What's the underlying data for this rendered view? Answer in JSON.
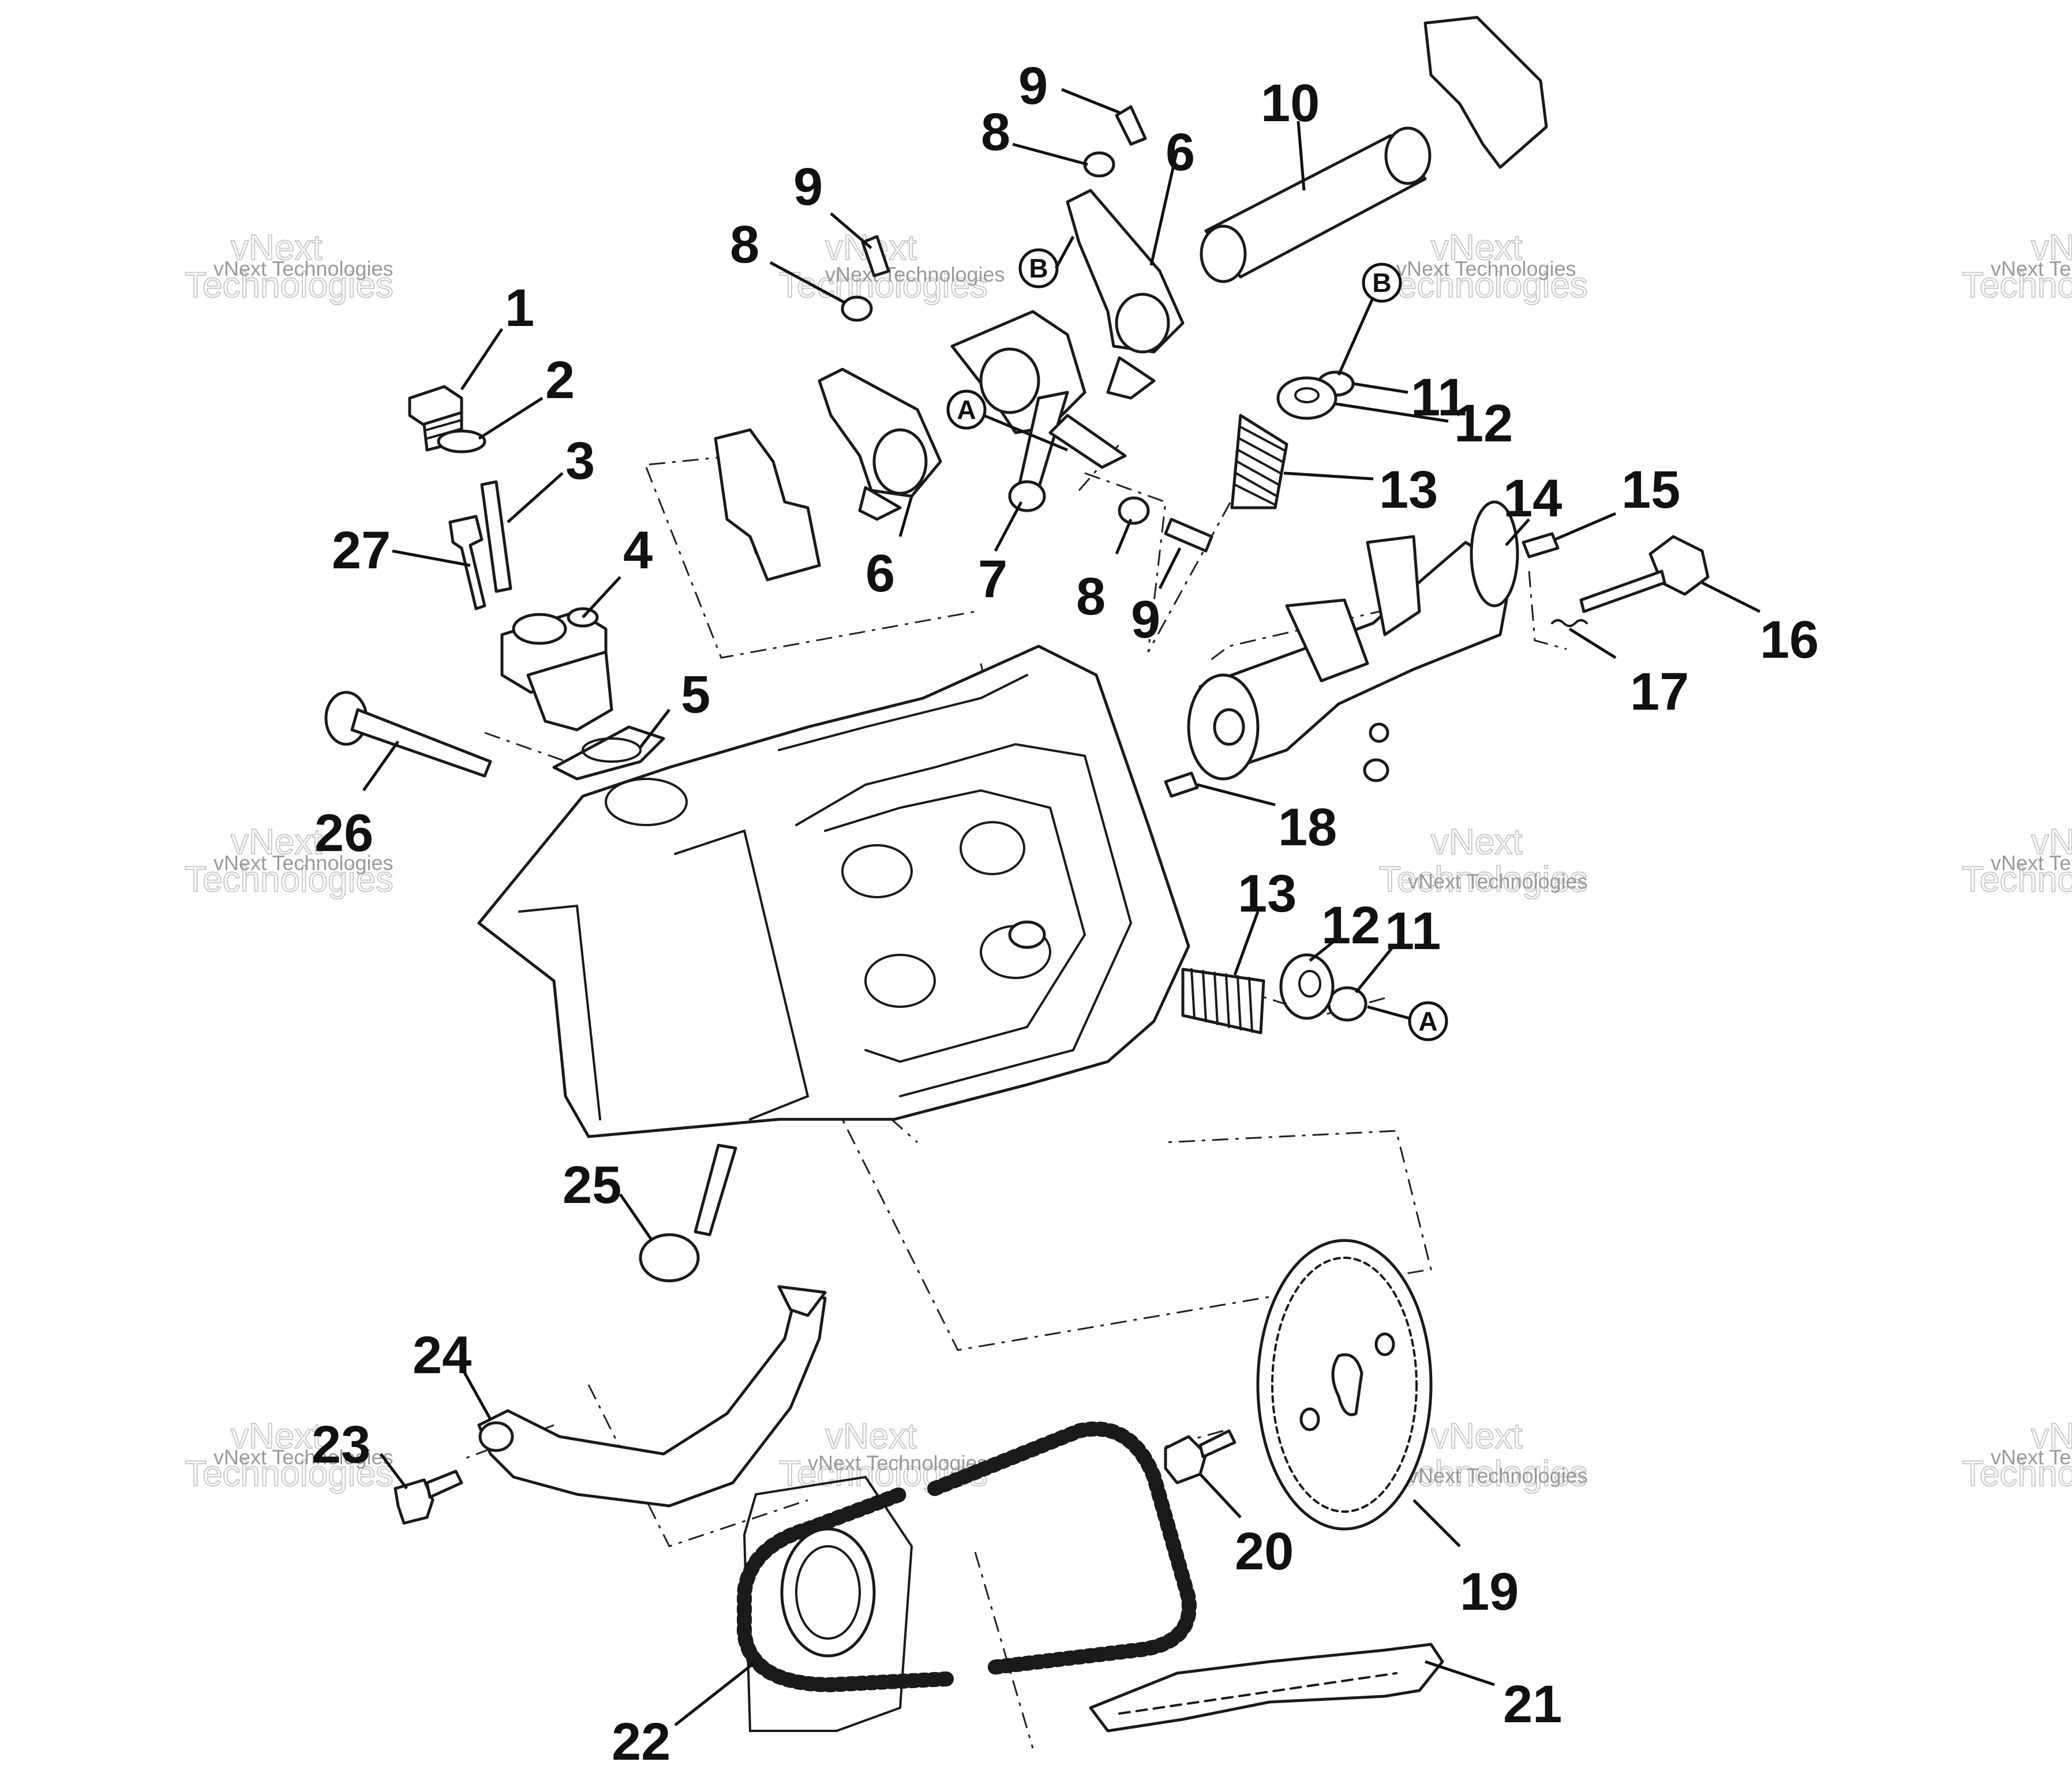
{
  "diagram": {
    "callouts": [
      {
        "id": "1",
        "label": "1"
      },
      {
        "id": "2",
        "label": "2"
      },
      {
        "id": "3",
        "label": "3"
      },
      {
        "id": "4",
        "label": "4"
      },
      {
        "id": "5",
        "label": "5"
      },
      {
        "id": "6a",
        "label": "6"
      },
      {
        "id": "6b",
        "label": "6"
      },
      {
        "id": "7",
        "label": "7"
      },
      {
        "id": "8a",
        "label": "8"
      },
      {
        "id": "8b",
        "label": "8"
      },
      {
        "id": "8c",
        "label": "8"
      },
      {
        "id": "9a",
        "label": "9"
      },
      {
        "id": "9b",
        "label": "9"
      },
      {
        "id": "9c",
        "label": "9"
      },
      {
        "id": "10",
        "label": "10"
      },
      {
        "id": "11a",
        "label": "11"
      },
      {
        "id": "11b",
        "label": "11"
      },
      {
        "id": "12a",
        "label": "12"
      },
      {
        "id": "12b",
        "label": "12"
      },
      {
        "id": "13a",
        "label": "13"
      },
      {
        "id": "13b",
        "label": "13"
      },
      {
        "id": "14",
        "label": "14"
      },
      {
        "id": "15",
        "label": "15"
      },
      {
        "id": "16",
        "label": "16"
      },
      {
        "id": "17",
        "label": "17"
      },
      {
        "id": "18",
        "label": "18"
      },
      {
        "id": "19",
        "label": "19"
      },
      {
        "id": "20",
        "label": "20"
      },
      {
        "id": "21",
        "label": "21"
      },
      {
        "id": "22",
        "label": "22"
      },
      {
        "id": "23",
        "label": "23"
      },
      {
        "id": "24",
        "label": "24"
      },
      {
        "id": "25",
        "label": "25"
      },
      {
        "id": "26",
        "label": "26"
      },
      {
        "id": "27",
        "label": "27"
      }
    ],
    "reference_marks": [
      {
        "id": "B1",
        "label": "B"
      },
      {
        "id": "B2",
        "label": "B"
      },
      {
        "id": "A1",
        "label": "A"
      },
      {
        "id": "A2",
        "label": "A"
      }
    ]
  },
  "watermark": {
    "line1": "vNext",
    "line2": "Technologies",
    "small": "vNext Technologies"
  }
}
